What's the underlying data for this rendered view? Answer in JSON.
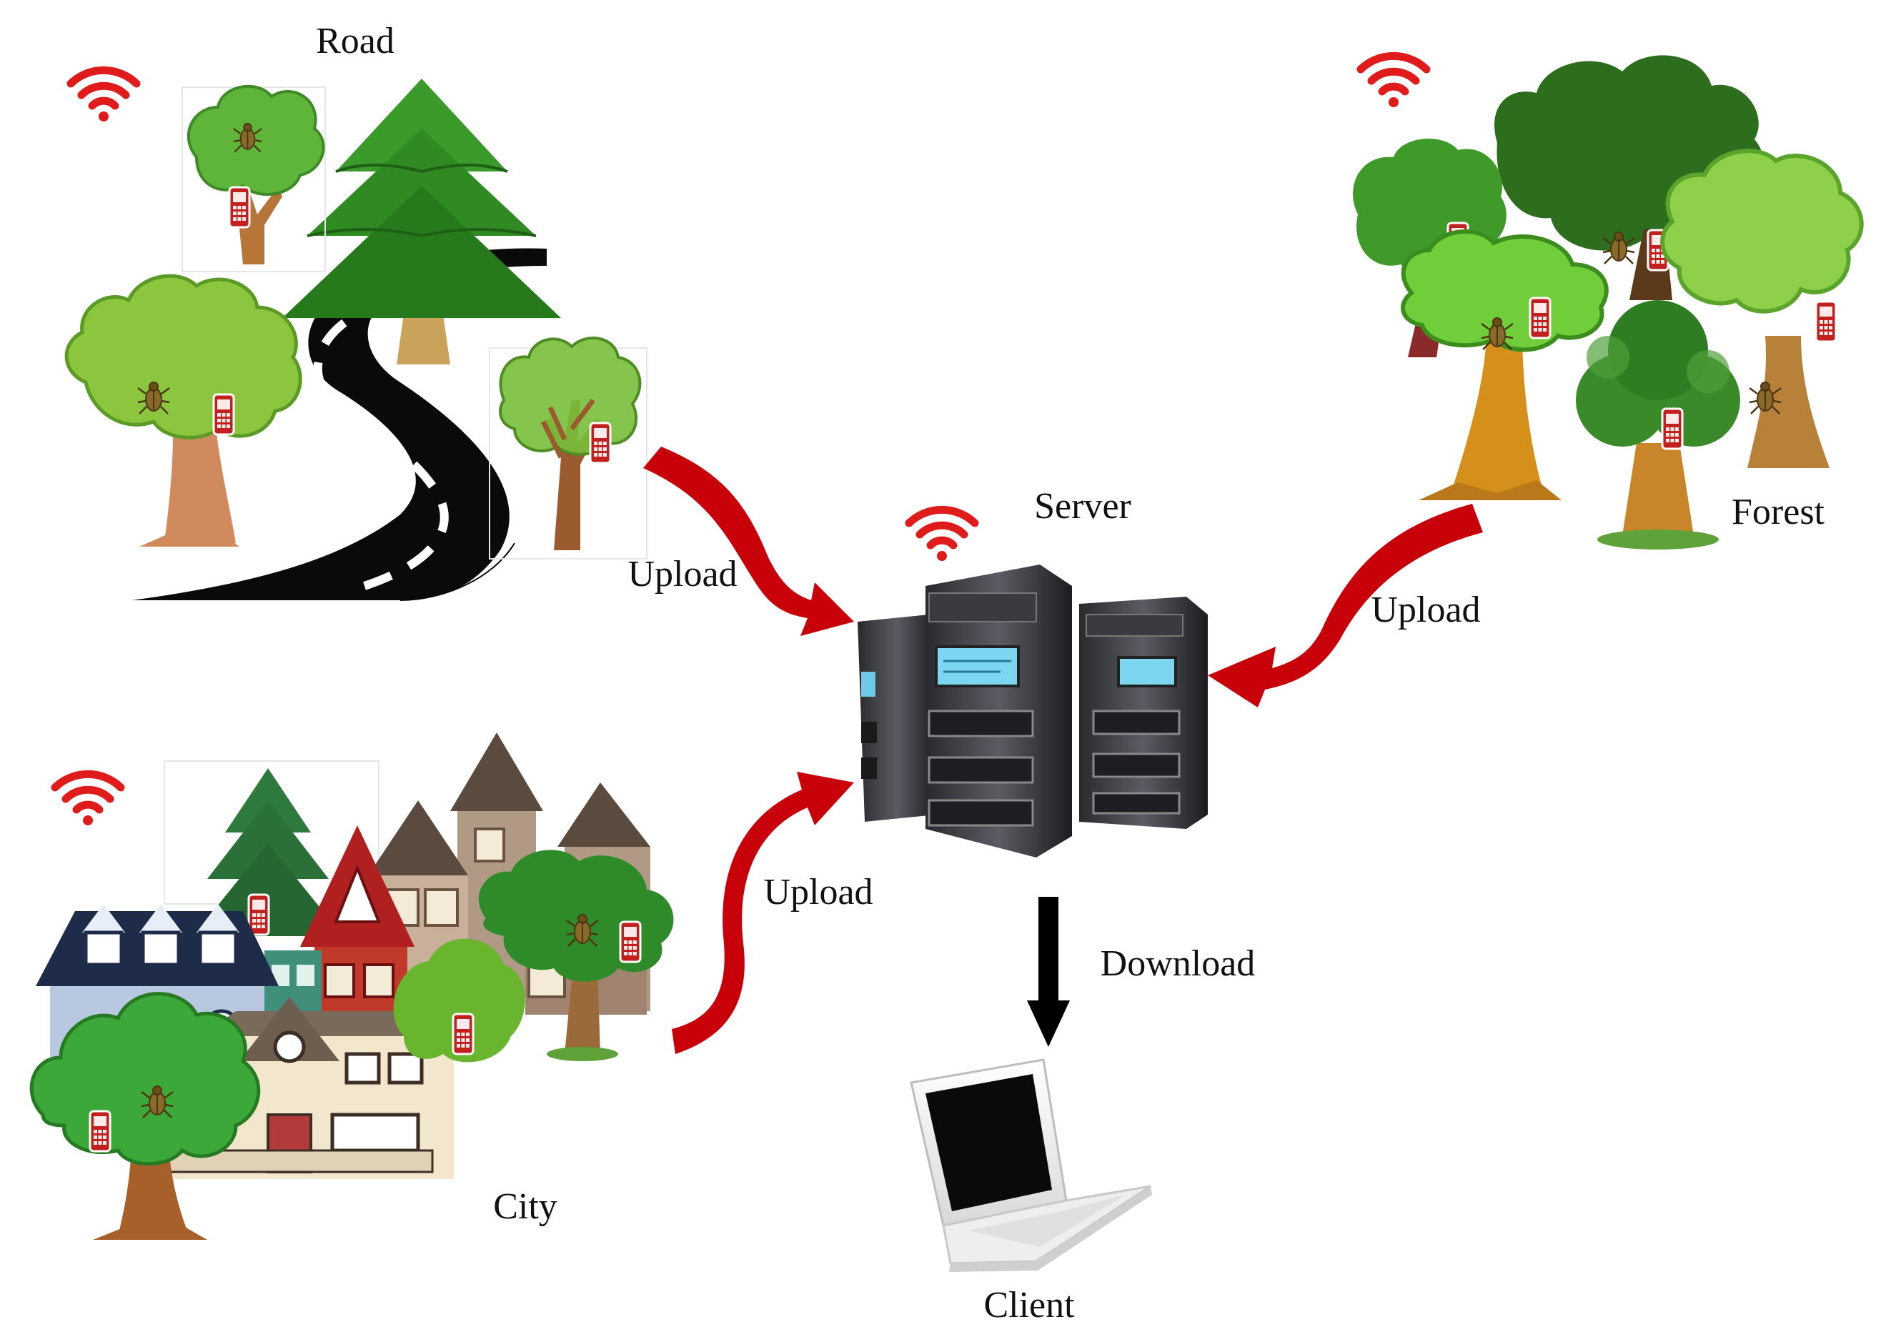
{
  "labels": {
    "road": "Road",
    "forest": "Forest",
    "city": "City",
    "server": "Server",
    "client": "Client",
    "upload_road": "Upload",
    "upload_forest": "Upload",
    "upload_city": "Upload",
    "download": "Download"
  },
  "colors": {
    "wifi": "#e01b1b",
    "upload_arrow": "#c8000a",
    "download_arrow": "#000000",
    "road": "#0a0a0a",
    "tree_light": "#8cc63f",
    "tree_mid": "#4e9a2a",
    "tree_dark": "#2d6e1e",
    "trunk": "#b8753a",
    "phone": "#c21f1f"
  }
}
